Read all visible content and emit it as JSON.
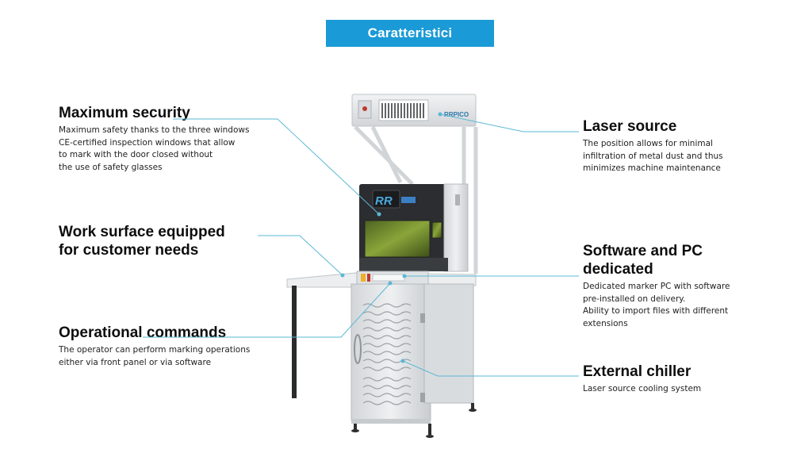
{
  "header": {
    "title": "Caratteristici"
  },
  "features": {
    "maximum_security": {
      "title": "Maximum security",
      "description": "Maximum safety thanks to the three windows\nCE-certified inspection windows that allow\nto mark with the door closed without\nthe use of safety glasses"
    },
    "work_surface": {
      "title": "Work surface equipped\nfor customer needs",
      "description": ""
    },
    "operational_commands": {
      "title": "Operational commands",
      "description": "The operator can perform marking operations\neither via front panel or via software"
    },
    "laser_source": {
      "title": "Laser source",
      "description": "The position allows for minimal\ninfiltration of metal dust and thus\nminimizes machine maintenance"
    },
    "software_pc": {
      "title": "Software and PC\ndedicated",
      "description": "Dedicated marker PC with software\npre-installed on delivery.\nAbility to import files with different\nextensions"
    },
    "external_chiller": {
      "title": "External chiller",
      "description": "Laser source cooling system"
    }
  },
  "machine": {
    "brand_label": "RRPICO",
    "logo_text": "RR"
  },
  "colors": {
    "accent": "#1a9ad6",
    "leader_line": "#5bb8d6",
    "machine_body": "#e4e6e8",
    "window_green": "#6f8a2e"
  }
}
